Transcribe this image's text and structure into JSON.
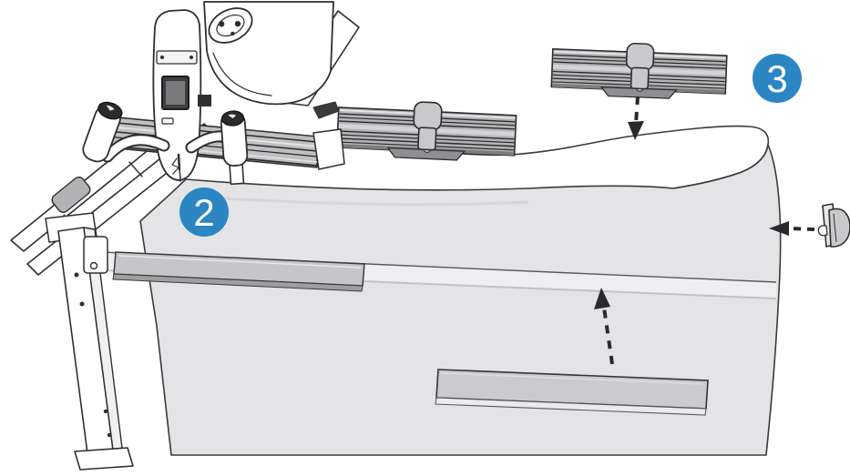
{
  "diagram": {
    "kind": "assembly-instruction-illustration",
    "subject": "longarm-quilting-frame quilt loading steps",
    "steps": [
      {
        "number": "2"
      },
      {
        "number": "3"
      }
    ]
  },
  "colors": {
    "accent_blue": "#2B86C3",
    "badge_text": "#FFFFFF",
    "fabric": "#E4E4E6",
    "outline": "#2F2F31",
    "clamp_bar": "#B4B4B6",
    "side_bar": "#C6C6C8",
    "arrow": "#2A2A2A"
  },
  "icons": {
    "arrow_down": "dashed-arrow-down",
    "arrow_up": "dashed-arrow-up",
    "arrow_left": "dashed-arrow-left",
    "step_badge": "numbered-circle"
  }
}
